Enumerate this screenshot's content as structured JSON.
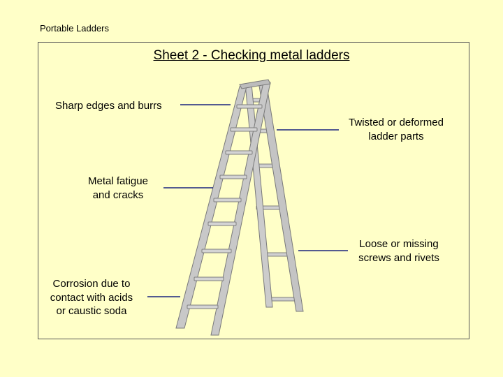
{
  "header": {
    "label": "Portable Ladders"
  },
  "sheet": {
    "title": "Sheet 2 - Checking metal ladders"
  },
  "callouts": {
    "sharp_edges": {
      "line1": "Sharp edges and burrs"
    },
    "twisted": {
      "line1": "Twisted or deformed",
      "line2": "ladder parts"
    },
    "metal_fatigue": {
      "line1": "Metal fatigue",
      "line2": "and cracks"
    },
    "loose_screws": {
      "line1": "Loose or missing",
      "line2": "screws and rivets"
    },
    "corrosion": {
      "line1": "Corrosion due to",
      "line2": "contact with acids",
      "line3": "or caustic soda"
    }
  },
  "colors": {
    "background": "#ffffc8",
    "leader_line": "#1a237e",
    "ladder_fill": "#c8c8c8",
    "ladder_stroke": "#7a7a7a"
  },
  "icons": {
    "ladder": "step-ladder-illustration"
  }
}
